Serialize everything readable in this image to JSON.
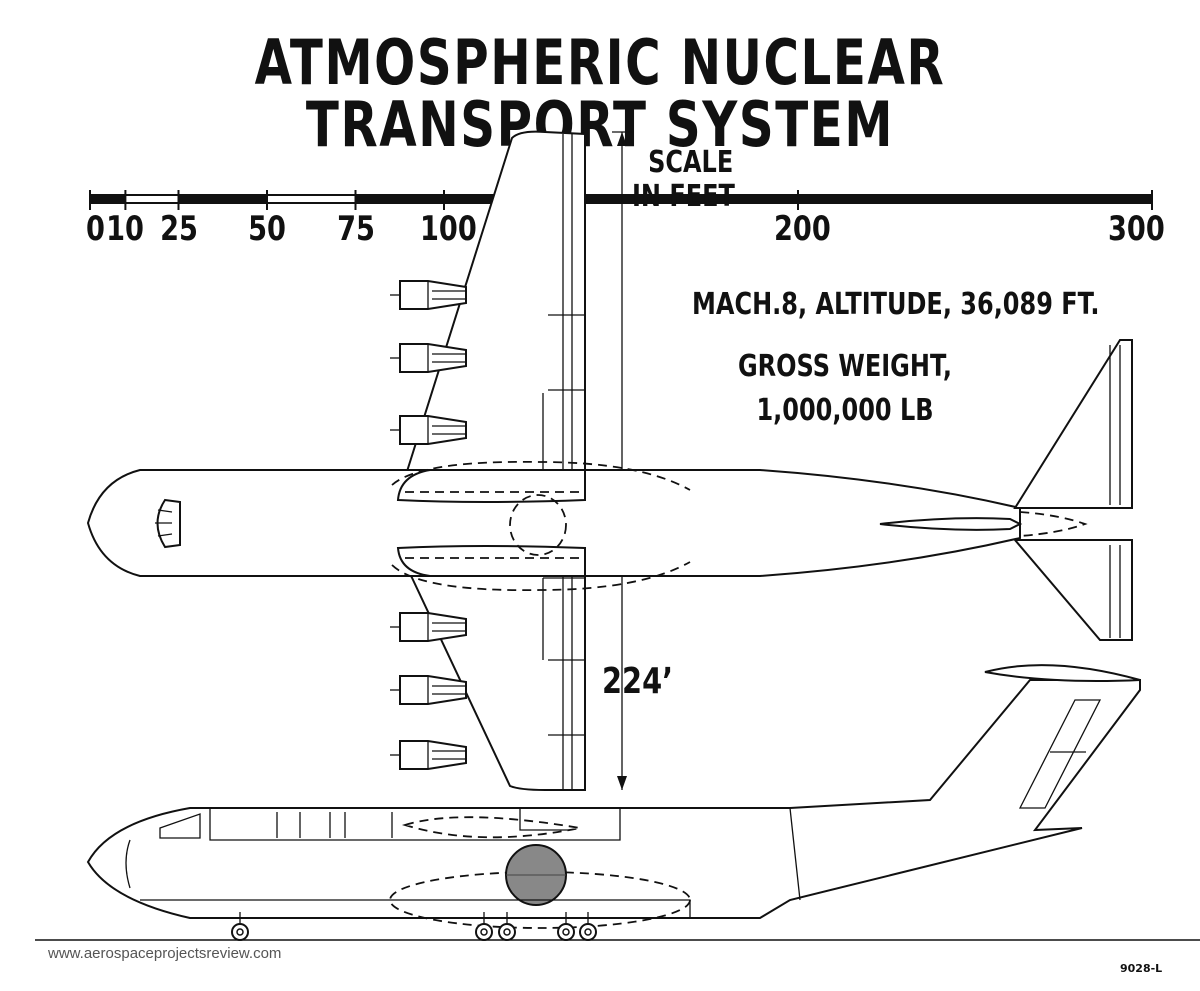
{
  "title": "ATMOSPHERIC NUCLEAR TRANSPORT SYSTEM",
  "scale": {
    "title_line1": "SCALE",
    "title_line2": "IN FEET",
    "ticks": [
      {
        "value": 0,
        "label": "0"
      },
      {
        "value": 10,
        "label": "10"
      },
      {
        "value": 25,
        "label": "25"
      },
      {
        "value": 50,
        "label": "50"
      },
      {
        "value": 75,
        "label": "75"
      },
      {
        "value": 100,
        "label": "100"
      },
      {
        "value": 200,
        "label": "200"
      },
      {
        "value": 300,
        "label": "300"
      }
    ]
  },
  "specs": {
    "speed_altitude": "MACH.8, ALTITUDE, 36,089 FT.",
    "weight_line1": "GROSS WEIGHT,",
    "weight_line2": "1,000,000 LB"
  },
  "wingspan_label": "224’",
  "website": "www.aerospaceprojectsreview.com",
  "drawing_number": "9028-L"
}
